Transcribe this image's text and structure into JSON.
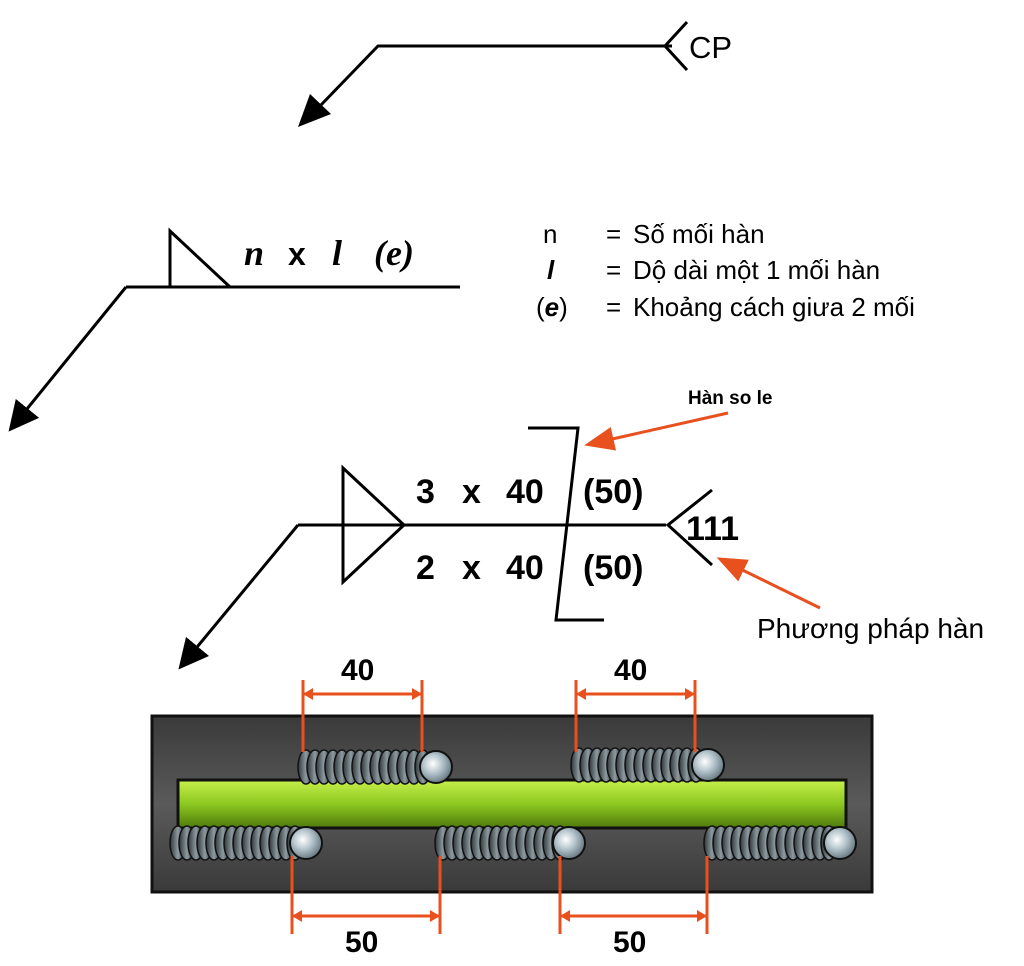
{
  "top_arrow": {
    "label": "CP"
  },
  "symbol_generic": {
    "n": "n",
    "x": "x",
    "l": "l",
    "e": "(e)"
  },
  "legend": {
    "items": [
      {
        "symbol": "n",
        "eq": "=",
        "text": "Số mối hàn"
      },
      {
        "symbol": "l",
        "eq": "=",
        "text": "Dộ dài một 1 mối hàn"
      },
      {
        "symbol_open": "(",
        "symbol_mid": "e",
        "symbol_close": ")",
        "eq": "=",
        "text": "Khoảng cách giưa 2 mối"
      }
    ]
  },
  "symbol_example": {
    "top_n": "3",
    "top_x": "x",
    "top_l": "40",
    "top_e": "(50)",
    "bottom_n": "2",
    "bottom_x": "x",
    "bottom_l": "40",
    "bottom_e": "(50)",
    "process": "111"
  },
  "callouts": {
    "staggered": "Hàn so le",
    "process": "Phương pháp hàn"
  },
  "dimensions": {
    "top_left": "40",
    "top_right": "40",
    "bottom_left": "50",
    "bottom_right": "50"
  },
  "colors": {
    "callout_arrow": "#e8501e",
    "plate": "#4a4a4a",
    "bar": "#8cc820",
    "bead": "#9aa7ad"
  }
}
